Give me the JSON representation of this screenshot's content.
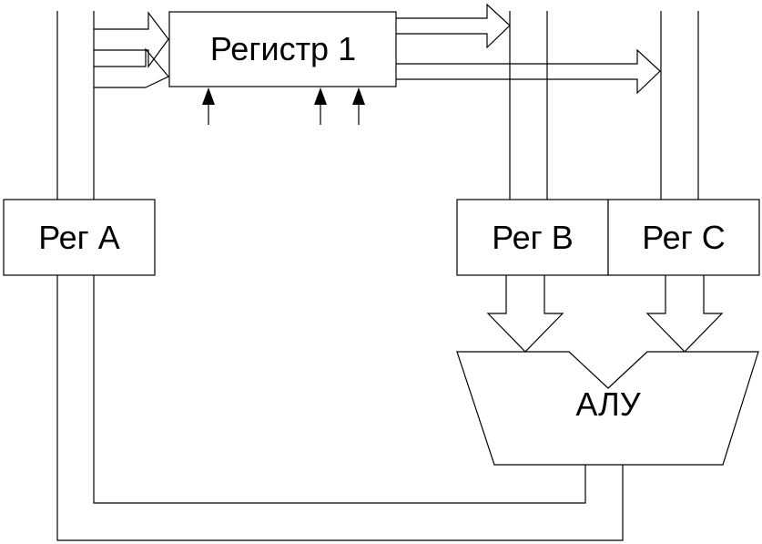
{
  "blocks": {
    "register1": "Регистр 1",
    "reg_a": "Рег А",
    "reg_b": "Рег B",
    "reg_c": "Рег С",
    "alu": "АЛУ"
  },
  "colors": {
    "stroke": "#000000",
    "fill": "#ffffff"
  }
}
